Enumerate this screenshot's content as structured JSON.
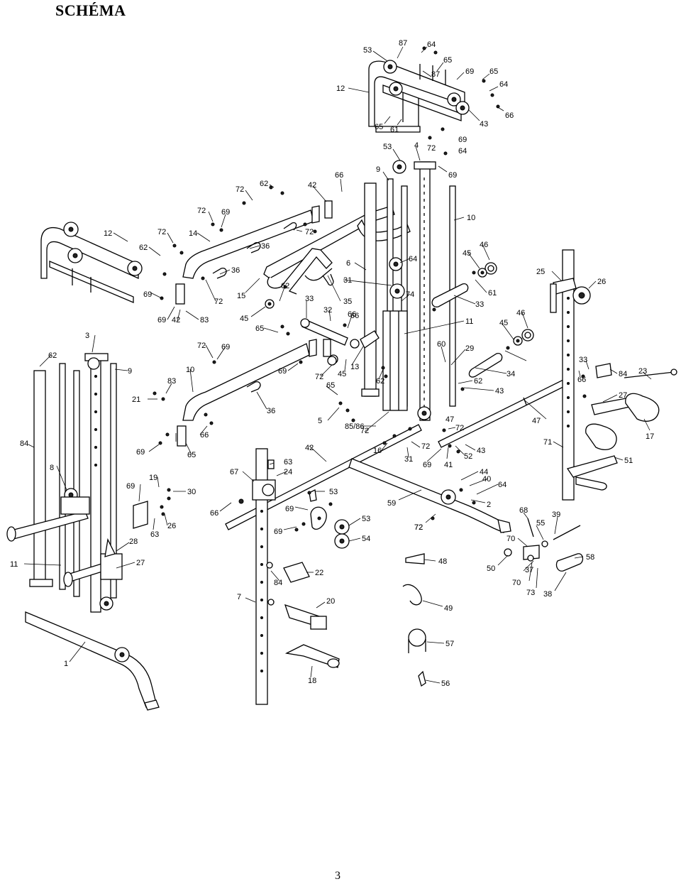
{
  "title": "SCHÉMA",
  "page_number": "3",
  "callouts": [
    {
      "id": "c1",
      "text": "53"
    },
    {
      "id": "c2",
      "text": "87"
    },
    {
      "id": "c3",
      "text": "64"
    },
    {
      "id": "c4",
      "text": "65"
    },
    {
      "id": "c5",
      "text": "12"
    },
    {
      "id": "c6",
      "text": "87"
    },
    {
      "id": "c7",
      "text": "69"
    },
    {
      "id": "c8",
      "text": "65"
    },
    {
      "id": "c9",
      "text": "64"
    },
    {
      "id": "c10",
      "text": "66"
    },
    {
      "id": "c11",
      "text": "43"
    },
    {
      "id": "c12",
      "text": "65"
    },
    {
      "id": "c13",
      "text": "61"
    },
    {
      "id": "c14",
      "text": "69"
    },
    {
      "id": "c15",
      "text": "53"
    },
    {
      "id": "c16",
      "text": "4"
    },
    {
      "id": "c17",
      "text": "72"
    },
    {
      "id": "c18",
      "text": "64"
    },
    {
      "id": "c19",
      "text": "9"
    },
    {
      "id": "c20",
      "text": "69"
    },
    {
      "id": "c21",
      "text": "66"
    },
    {
      "id": "c22",
      "text": "72"
    },
    {
      "id": "c23",
      "text": "62"
    },
    {
      "id": "c24",
      "text": "42"
    },
    {
      "id": "c25",
      "text": "72"
    },
    {
      "id": "c26",
      "text": "69"
    },
    {
      "id": "c27",
      "text": "12"
    },
    {
      "id": "c28",
      "text": "72"
    },
    {
      "id": "c29",
      "text": "14"
    },
    {
      "id": "c30",
      "text": "72"
    },
    {
      "id": "c31",
      "text": "10"
    },
    {
      "id": "c32",
      "text": "62"
    },
    {
      "id": "c33",
      "text": "36"
    },
    {
      "id": "c34",
      "text": "46"
    },
    {
      "id": "c35",
      "text": "45"
    },
    {
      "id": "c36",
      "text": "6"
    },
    {
      "id": "c37",
      "text": "64"
    },
    {
      "id": "c38",
      "text": "36"
    },
    {
      "id": "c39",
      "text": "25"
    },
    {
      "id": "c40",
      "text": "26"
    },
    {
      "id": "c41",
      "text": "69"
    },
    {
      "id": "c42",
      "text": "72"
    },
    {
      "id": "c43",
      "text": "15"
    },
    {
      "id": "c44",
      "text": "31"
    },
    {
      "id": "c45",
      "text": "61"
    },
    {
      "id": "c46",
      "text": "62"
    },
    {
      "id": "c47",
      "text": "74"
    },
    {
      "id": "c48",
      "text": "33"
    },
    {
      "id": "c49",
      "text": "35"
    },
    {
      "id": "c50",
      "text": "66"
    },
    {
      "id": "c51",
      "text": "69"
    },
    {
      "id": "c52",
      "text": "42"
    },
    {
      "id": "c53",
      "text": "83"
    },
    {
      "id": "c54",
      "text": "45"
    },
    {
      "id": "c55",
      "text": "33"
    },
    {
      "id": "c56",
      "text": "32"
    },
    {
      "id": "c57",
      "text": "66"
    },
    {
      "id": "c58",
      "text": "11"
    },
    {
      "id": "c59",
      "text": "46"
    },
    {
      "id": "c60",
      "text": "65"
    },
    {
      "id": "c61",
      "text": "45"
    },
    {
      "id": "c62",
      "text": "3"
    },
    {
      "id": "c63",
      "text": "72"
    },
    {
      "id": "c64",
      "text": "69"
    },
    {
      "id": "c65",
      "text": "60"
    },
    {
      "id": "c66",
      "text": "29"
    },
    {
      "id": "c67",
      "text": "62"
    },
    {
      "id": "c68",
      "text": "9"
    },
    {
      "id": "c69",
      "text": "10"
    },
    {
      "id": "c70",
      "text": "13"
    },
    {
      "id": "c71",
      "text": "34"
    },
    {
      "id": "c72",
      "text": "33"
    },
    {
      "id": "c73",
      "text": "84"
    },
    {
      "id": "c74",
      "text": "23"
    },
    {
      "id": "c75",
      "text": "83"
    },
    {
      "id": "c76",
      "text": "69"
    },
    {
      "id": "c77",
      "text": "72"
    },
    {
      "id": "c78",
      "text": "45"
    },
    {
      "id": "c79",
      "text": "62"
    },
    {
      "id": "c80",
      "text": "62"
    },
    {
      "id": "c81",
      "text": "27"
    },
    {
      "id": "c82",
      "text": "21"
    },
    {
      "id": "c83",
      "text": "65"
    },
    {
      "id": "c84",
      "text": "43"
    },
    {
      "id": "c85",
      "text": "66"
    },
    {
      "id": "c86",
      "text": "36"
    },
    {
      "id": "c87",
      "text": "84"
    },
    {
      "id": "c88",
      "text": "5"
    },
    {
      "id": "c89",
      "text": "72"
    },
    {
      "id": "c90",
      "text": "47"
    },
    {
      "id": "c91",
      "text": "47"
    },
    {
      "id": "c92",
      "text": "17"
    },
    {
      "id": "c93",
      "text": "85/86"
    },
    {
      "id": "c94",
      "text": "69"
    },
    {
      "id": "c95",
      "text": "66"
    },
    {
      "id": "c96",
      "text": "72"
    },
    {
      "id": "c97",
      "text": "65"
    },
    {
      "id": "c98",
      "text": "42"
    },
    {
      "id": "c99",
      "text": "16"
    },
    {
      "id": "c100",
      "text": "72"
    },
    {
      "id": "c101",
      "text": "43"
    },
    {
      "id": "c102",
      "text": "71"
    },
    {
      "id": "c103",
      "text": "8"
    },
    {
      "id": "c104",
      "text": "31"
    },
    {
      "id": "c105",
      "text": "69"
    },
    {
      "id": "c106",
      "text": "41"
    },
    {
      "id": "c107",
      "text": "52"
    },
    {
      "id": "c108",
      "text": "51"
    },
    {
      "id": "c109",
      "text": "19"
    },
    {
      "id": "c110",
      "text": "63"
    },
    {
      "id": "c111",
      "text": "67"
    },
    {
      "id": "c112",
      "text": "24"
    },
    {
      "id": "c113",
      "text": "69"
    },
    {
      "id": "c114",
      "text": "30"
    },
    {
      "id": "c115",
      "text": "44"
    },
    {
      "id": "c116",
      "text": "53"
    },
    {
      "id": "c117",
      "text": "40"
    },
    {
      "id": "c118",
      "text": "64"
    },
    {
      "id": "c119",
      "text": "66"
    },
    {
      "id": "c120",
      "text": "59"
    },
    {
      "id": "c121",
      "text": "2"
    },
    {
      "id": "c122",
      "text": "69"
    },
    {
      "id": "c123",
      "text": "26"
    },
    {
      "id": "c124",
      "text": "63"
    },
    {
      "id": "c125",
      "text": "69"
    },
    {
      "id": "c126",
      "text": "72"
    },
    {
      "id": "c127",
      "text": "53"
    },
    {
      "id": "c128",
      "text": "68"
    },
    {
      "id": "c129",
      "text": "39"
    },
    {
      "id": "c130",
      "text": "55"
    },
    {
      "id": "c131",
      "text": "72"
    },
    {
      "id": "c132",
      "text": "54"
    },
    {
      "id": "c133",
      "text": "28"
    },
    {
      "id": "c134",
      "text": "11"
    },
    {
      "id": "c135",
      "text": "27"
    },
    {
      "id": "c136",
      "text": "70"
    },
    {
      "id": "c137",
      "text": "58"
    },
    {
      "id": "c138",
      "text": "48"
    },
    {
      "id": "c139",
      "text": "50"
    },
    {
      "id": "c140",
      "text": "37"
    },
    {
      "id": "c141",
      "text": "22"
    },
    {
      "id": "c142",
      "text": "84"
    },
    {
      "id": "c143",
      "text": "70"
    },
    {
      "id": "c144",
      "text": "73"
    },
    {
      "id": "c145",
      "text": "38"
    },
    {
      "id": "c146",
      "text": "7"
    },
    {
      "id": "c147",
      "text": "20"
    },
    {
      "id": "c148",
      "text": "49"
    },
    {
      "id": "c149",
      "text": "57"
    },
    {
      "id": "c150",
      "text": "1"
    },
    {
      "id": "c151",
      "text": "18"
    },
    {
      "id": "c152",
      "text": "56"
    }
  ]
}
